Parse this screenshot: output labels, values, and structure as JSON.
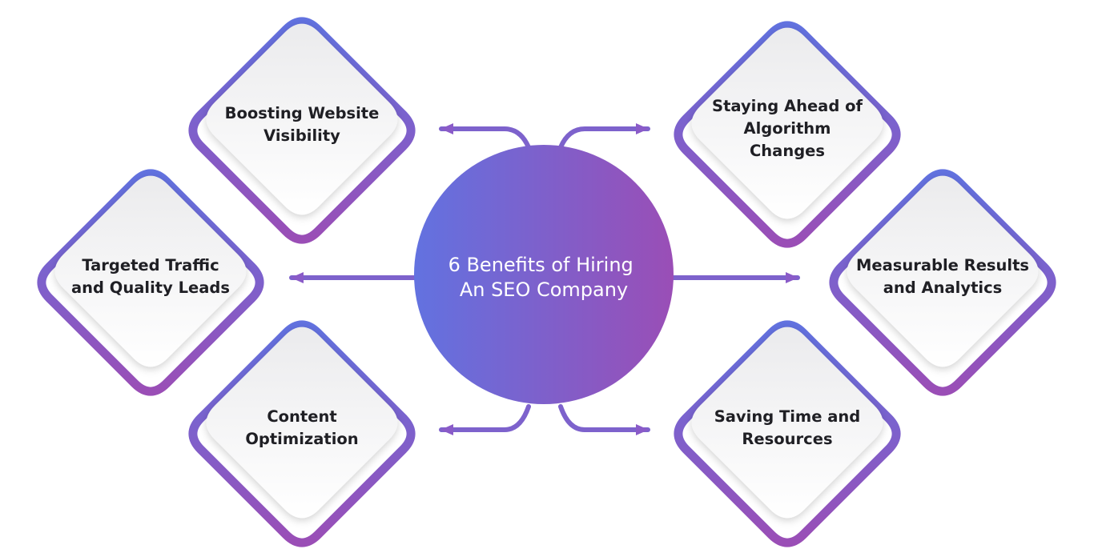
{
  "center": {
    "title_lines": [
      "6 Benefits of Hiring",
      "An SEO Company"
    ]
  },
  "benefits": [
    {
      "lines": [
        "Boosting Website",
        "Visibility"
      ]
    },
    {
      "lines": [
        "Staying Ahead of",
        "Algorithm",
        "Changes"
      ]
    },
    {
      "lines": [
        "Targeted Traffic",
        "and Quality Leads"
      ]
    },
    {
      "lines": [
        "Measurable Results",
        "and Analytics"
      ]
    },
    {
      "lines": [
        "Content",
        "Optimization"
      ]
    },
    {
      "lines": [
        "Saving Time and",
        "Resources"
      ]
    }
  ],
  "colors": {
    "gradient_start": "#6272e0",
    "gradient_end": "#9a4eb6",
    "card_fill_top": "#eeeeef",
    "card_fill_bottom": "#ffffff",
    "text": "#1f1f24",
    "center_text": "#ffffff"
  }
}
